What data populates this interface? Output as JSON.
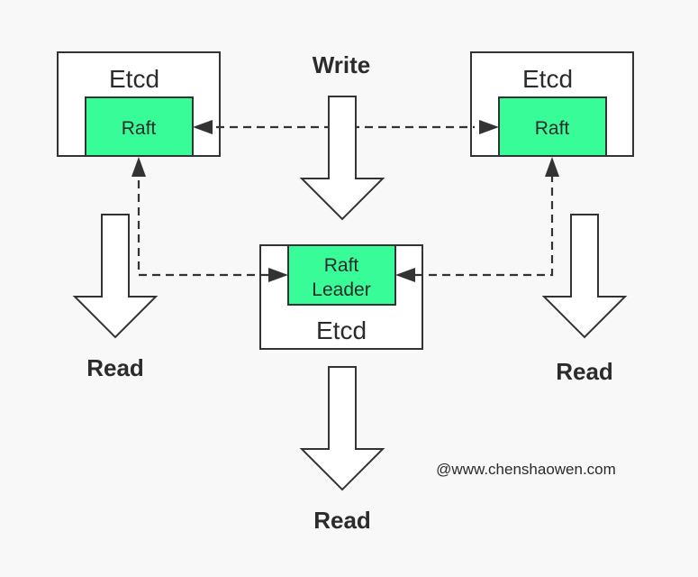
{
  "write_label": "Write",
  "nodes": {
    "left": {
      "etcd_label": "Etcd",
      "raft_label": "Raft"
    },
    "right": {
      "etcd_label": "Etcd",
      "raft_label": "Raft"
    },
    "leader": {
      "etcd_label": "Etcd",
      "raft_line1": "Raft",
      "raft_line2": "Leader"
    }
  },
  "read_labels": {
    "left": "Read",
    "right": "Read",
    "bottom": "Read"
  },
  "watermark": "@www.chenshaowen.com",
  "colors": {
    "background": "#f8f8f8",
    "raft_fill": "#38fc97",
    "stroke": "#333333",
    "arrow_fill": "#ffffff"
  }
}
